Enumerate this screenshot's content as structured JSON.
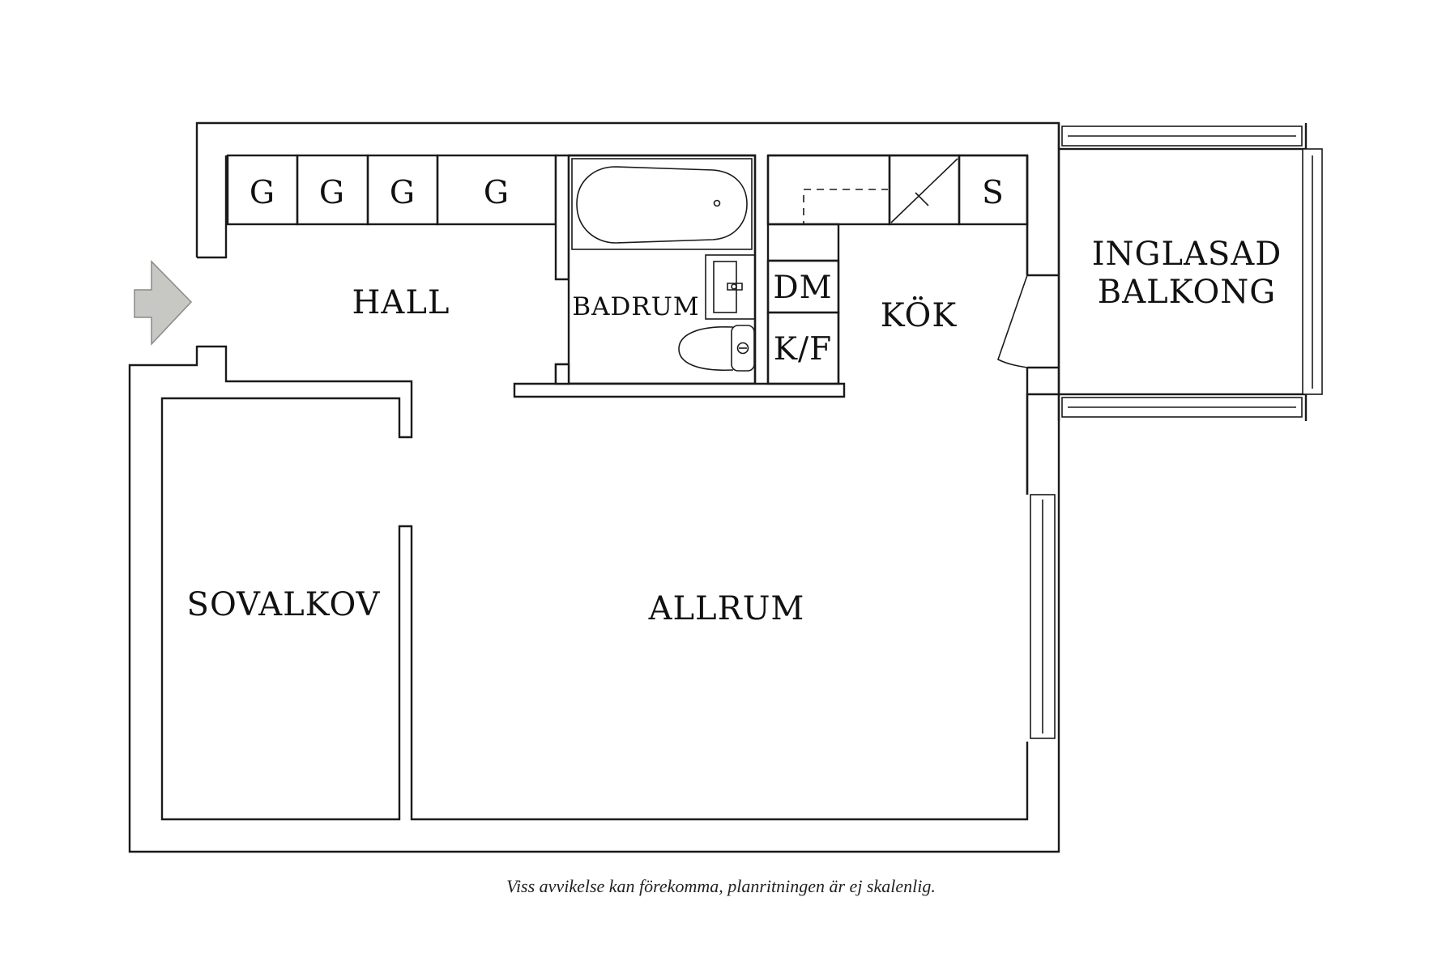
{
  "rooms": {
    "hall": "HALL",
    "badrum": "BADRUM",
    "kok": "KÖK",
    "balkong_line1": "INGLASAD",
    "balkong_line2": "BALKONG",
    "sovalkov": "SOVALKOV",
    "allrum": "ALLRUM"
  },
  "storage": {
    "wardrobes": [
      "G",
      "G",
      "G",
      "G"
    ],
    "kitchen_cabinet": "S",
    "dishwasher": "DM",
    "fridge_freezer": "K/F"
  },
  "entrance_arrow_color": "#c7c7c4",
  "disclaimer": "Viss avvikelse kan förekomma, planritningen är ej skalenlig."
}
